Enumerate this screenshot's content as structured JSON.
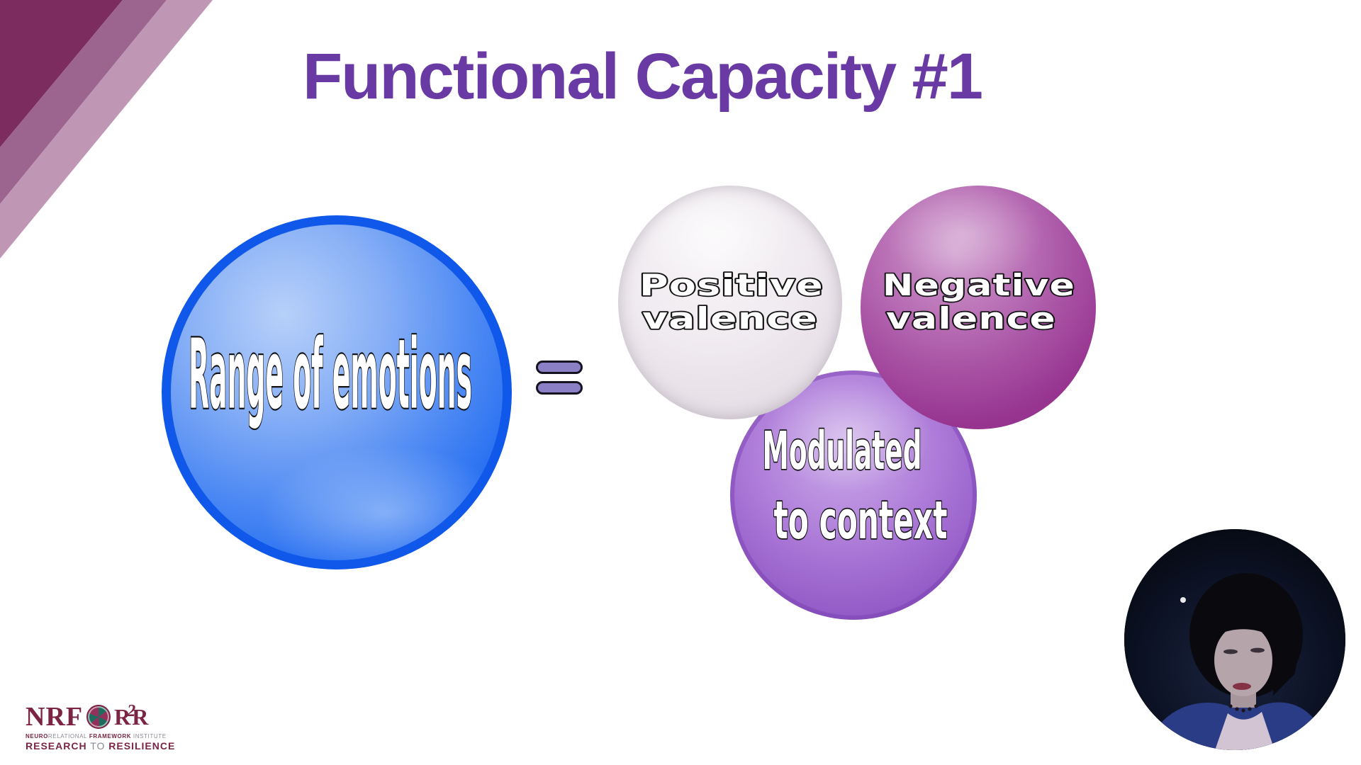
{
  "slide": {
    "title": "Functional Capacity #1"
  },
  "diagram": {
    "main_bubble": {
      "label": "Range of emotions",
      "color": "#1b66f0"
    },
    "equals_sign": "=",
    "bubbles": [
      {
        "line1": "Positive",
        "line2": "valence",
        "color": "#eae5ea"
      },
      {
        "line1": "Negative",
        "line2": "valence",
        "color": "#97358f"
      },
      {
        "line1": "Modulated",
        "line2": "to context",
        "color": "#9e6ace"
      }
    ]
  },
  "logo": {
    "acronym": "NRF",
    "r2r_first": "R",
    "r2r_two": "2",
    "r2r_last": "R",
    "line1": {
      "part1": "NEURO",
      "part2": "RELATIONAL",
      "part3": " FRAMEWORK",
      "part4": " INSTITUTE"
    },
    "line2": {
      "part1": "RESEARCH",
      "part2": " TO ",
      "part3": "RESILIENCE"
    }
  },
  "colors": {
    "title": "#6a3aa4",
    "stripe_dark": "#7c2c5f",
    "stripe_mid": "#9c6590",
    "stripe_light": "#c096b5",
    "equals_fill": "#8b80c5",
    "logo_maroon": "#7b2444",
    "logo_teal": "#1f6b60"
  }
}
